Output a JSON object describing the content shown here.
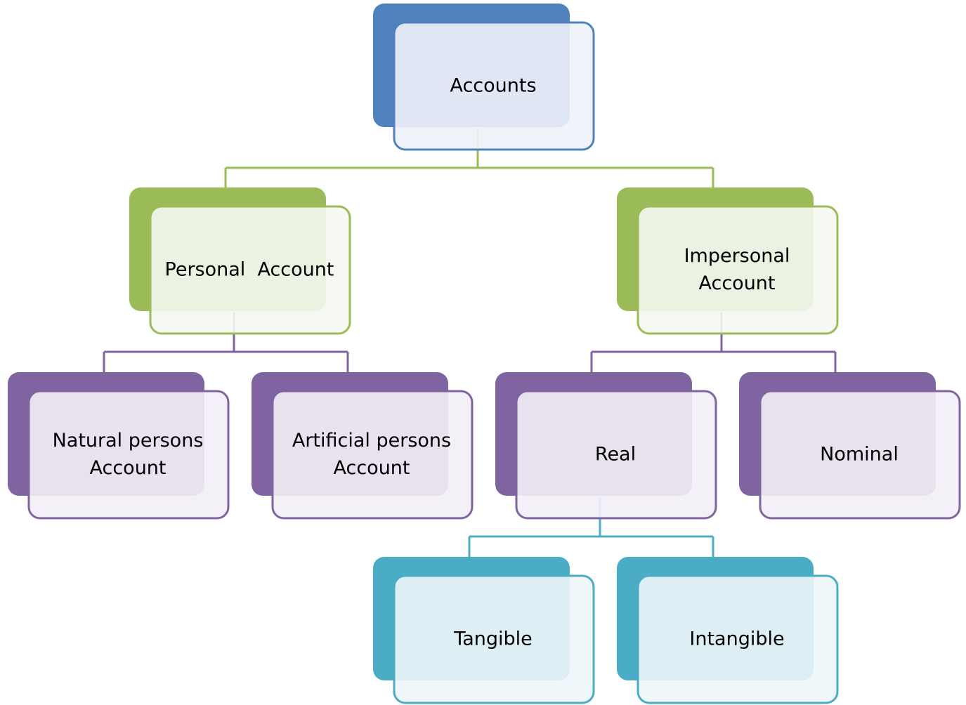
{
  "colors": {
    "level0": {
      "back": "#4f81bd",
      "front": "#eef2fa",
      "border": "#4f81bd"
    },
    "level1": {
      "back": "#9bbb59",
      "front": "#f4f8ef",
      "border": "#9bbb59"
    },
    "level2": {
      "back": "#8064a2",
      "front": "#f2eff6",
      "border": "#8064a2"
    },
    "level3": {
      "back": "#4bacc6",
      "front": "#edf6f9",
      "border": "#4bacc6"
    }
  },
  "nodes": {
    "accounts": {
      "lines": [
        "Accounts"
      ],
      "level": "level0"
    },
    "personal": {
      "lines": [
        "Personal  Account"
      ],
      "level": "level1"
    },
    "impersonal": {
      "lines": [
        "Impersonal",
        "Account"
      ],
      "level": "level1"
    },
    "natural": {
      "lines": [
        "Natural persons",
        "Account"
      ],
      "level": "level2"
    },
    "artificial": {
      "lines": [
        "Artificial persons",
        "Account"
      ],
      "level": "level2"
    },
    "real": {
      "lines": [
        "Real"
      ],
      "level": "level2"
    },
    "nominal": {
      "lines": [
        "Nominal"
      ],
      "level": "level2"
    },
    "tangible": {
      "lines": [
        "Tangible"
      ],
      "level": "level3"
    },
    "intangible": {
      "lines": [
        "Intangible"
      ],
      "level": "level3"
    }
  },
  "edges": [
    {
      "parent": "accounts",
      "children": [
        "personal",
        "impersonal"
      ],
      "level": "level1"
    },
    {
      "parent": "personal",
      "children": [
        "natural",
        "artificial"
      ],
      "level": "level2"
    },
    {
      "parent": "impersonal",
      "children": [
        "real",
        "nominal"
      ],
      "level": "level2"
    },
    {
      "parent": "real",
      "children": [
        "tangible",
        "intangible"
      ],
      "level": "level3"
    }
  ]
}
